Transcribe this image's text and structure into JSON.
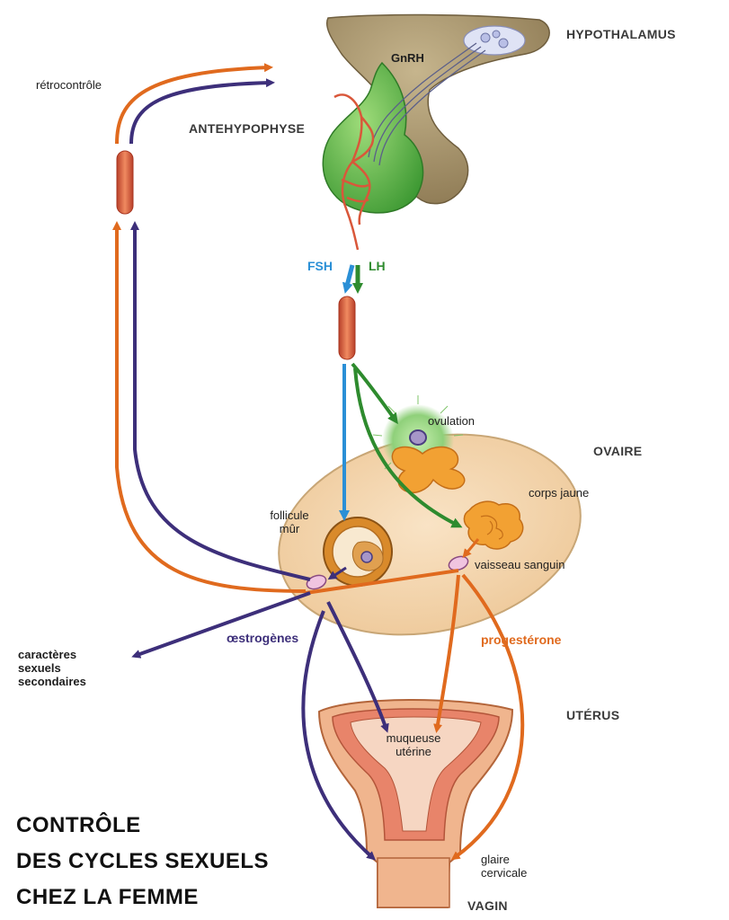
{
  "labels": {
    "hypothalamus": "HYPOTHALAMUS",
    "gnrh": "GnRH",
    "antehypophyse": "ANTEHYPOPHYSE",
    "retrocontrole": "rétrocontrôle",
    "fsh": "FSH",
    "lh": "LH",
    "ovulation": "ovulation",
    "ovaire": "OVAIRE",
    "corps_jaune": "corps jaune",
    "follicule_line1": "follicule",
    "follicule_line2": "mûr",
    "vaisseau": "vaisseau sanguin",
    "caracteres_line1": "caractères",
    "caracteres_line2": "sexuels",
    "caracteres_line3": "secondaires",
    "oestrogenes": "œstrogènes",
    "progesterone": "progestérone",
    "uterus": "UTÉRUS",
    "muqueuse_line1": "muqueuse",
    "muqueuse_line2": "utérine",
    "glaire_line1": "glaire",
    "glaire_line2": "cervicale",
    "vagin": "VAGIN"
  },
  "title": {
    "line1": "CONTRÔLE",
    "line2": "DES CYCLES SEXUELS",
    "line3": "CHEZ LA FEMME"
  },
  "colors": {
    "fsh": "#2a8fd6",
    "lh": "#2e8b2e",
    "oestrogenes": "#3d2f7a",
    "progesterone": "#e06a1e",
    "vessel": "#d9573a",
    "pituitary": "#5fb84a",
    "hypothalamus": "#a8946a",
    "ovary": "#f5d7b0",
    "uterus": "#f0b58e"
  }
}
